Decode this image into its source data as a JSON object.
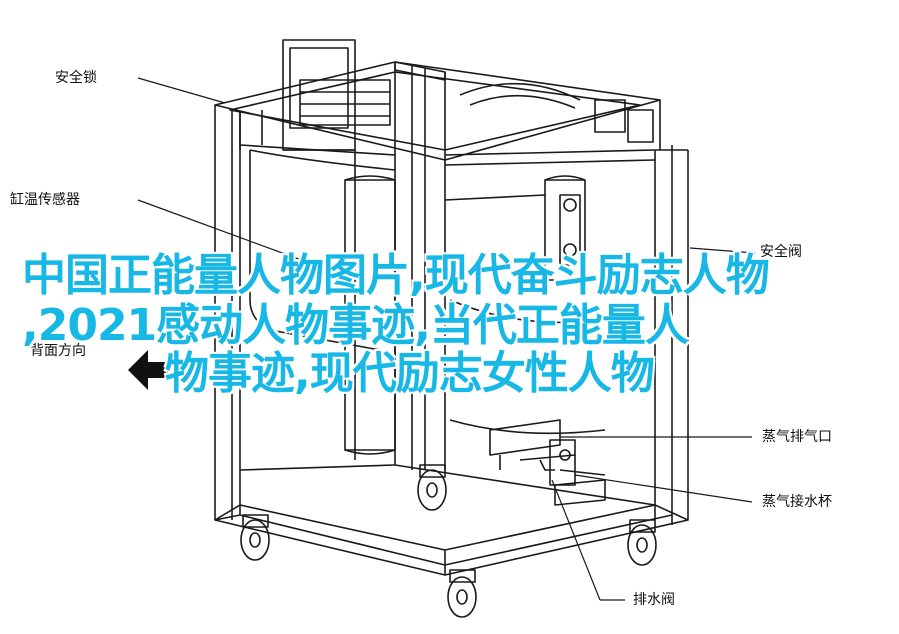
{
  "labels": {
    "safety_lock": "安全锁",
    "tank_temp_sensor": "缸温传感器",
    "back_direction": "背面方向",
    "safety_valve": "安全阀",
    "steam_outlet": "蒸气排气口",
    "steam_water_cup": "蒸气接水杯",
    "drain_valve": "排水阀"
  },
  "overlay": {
    "line1": "中国正能量人物图片,现代奋斗励志人物",
    "line2": ",2021感动人物事迹,当代正能量人",
    "line3": "物事迹,现代励志女性人物"
  },
  "colors": {
    "overlay_text": "#18b8e6",
    "line_art": "#1a1a1a",
    "arrow": "#111111"
  }
}
